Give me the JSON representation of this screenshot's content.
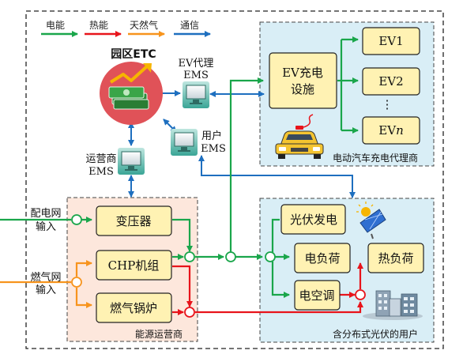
{
  "legend": {
    "electric": "电能",
    "heat": "热能",
    "gas": "天然气",
    "comm": "通信"
  },
  "colors": {
    "electric": "#1aa64b",
    "heat": "#e8141b",
    "gas": "#f7941d",
    "comm": "#1e6fbf",
    "box_fill": "#fff2b3",
    "box_stroke": "#222222",
    "region_blue": "#d9eef6",
    "region_peach": "#fde7dc"
  },
  "regions": {
    "ev_agent": "电动汽车充电代理商",
    "energy_operator": "能源运营商",
    "pv_users": "含分布式光伏的用户"
  },
  "nodes": {
    "park_etc": "园区ETC",
    "ev_agent_ems_line1": "EV代理",
    "ev_agent_ems_line2": "EMS",
    "user_ems_line1": "用户",
    "user_ems_line2": "EMS",
    "operator_ems_line1": "运营商",
    "operator_ems_line2": "EMS"
  },
  "boxes": {
    "ev_charger_line1": "EV充电",
    "ev_charger_line2": "设施",
    "ev1": "EV1",
    "ev2": "EV2",
    "ev_dots": "⋮",
    "evn_prefix": "EV",
    "evn_suffix": "n",
    "transformer": "变压器",
    "chp": "CHP机组",
    "gas_boiler": "燃气锅炉",
    "pv_gen": "光伏发电",
    "elec_load": "电负荷",
    "air_cond": "电空调",
    "heat_load": "热负荷"
  },
  "inputs": {
    "grid_line1": "配电网",
    "grid_line2": "输入",
    "gas_line1": "燃气网",
    "gas_line2": "输入"
  }
}
